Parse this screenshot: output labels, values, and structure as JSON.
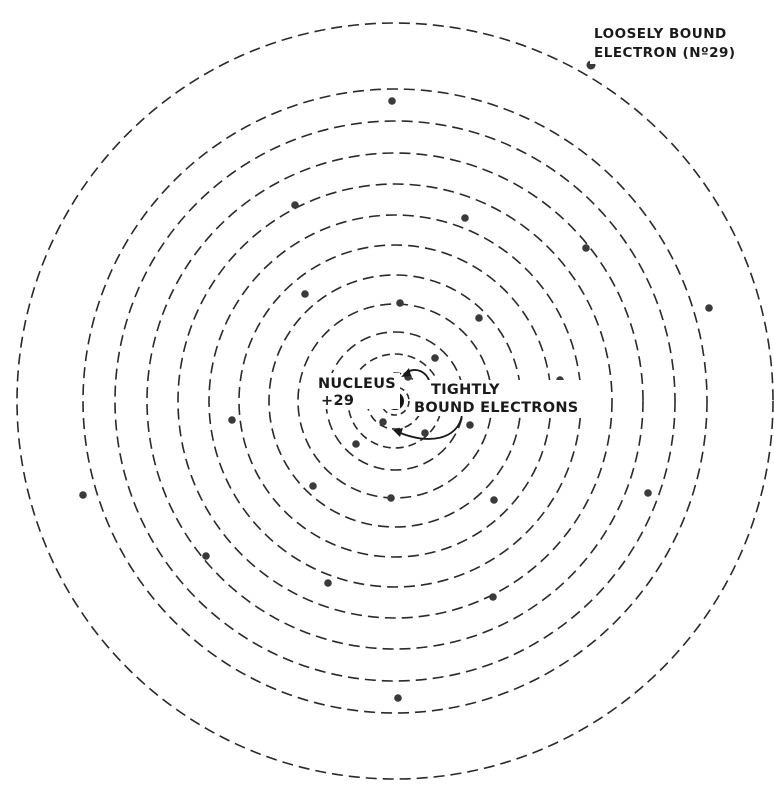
{
  "labels": {
    "loosely_bound_line1": "LOOSELY BOUND",
    "loosely_bound_line2": "ELECTRON (Nº29)",
    "nucleus": "NUCLEUS",
    "nucleus_charge": "+29",
    "tightly_bound_line1": "TIGHTLY",
    "tightly_bound_line2": "BOUND ELECTRONS"
  }
}
